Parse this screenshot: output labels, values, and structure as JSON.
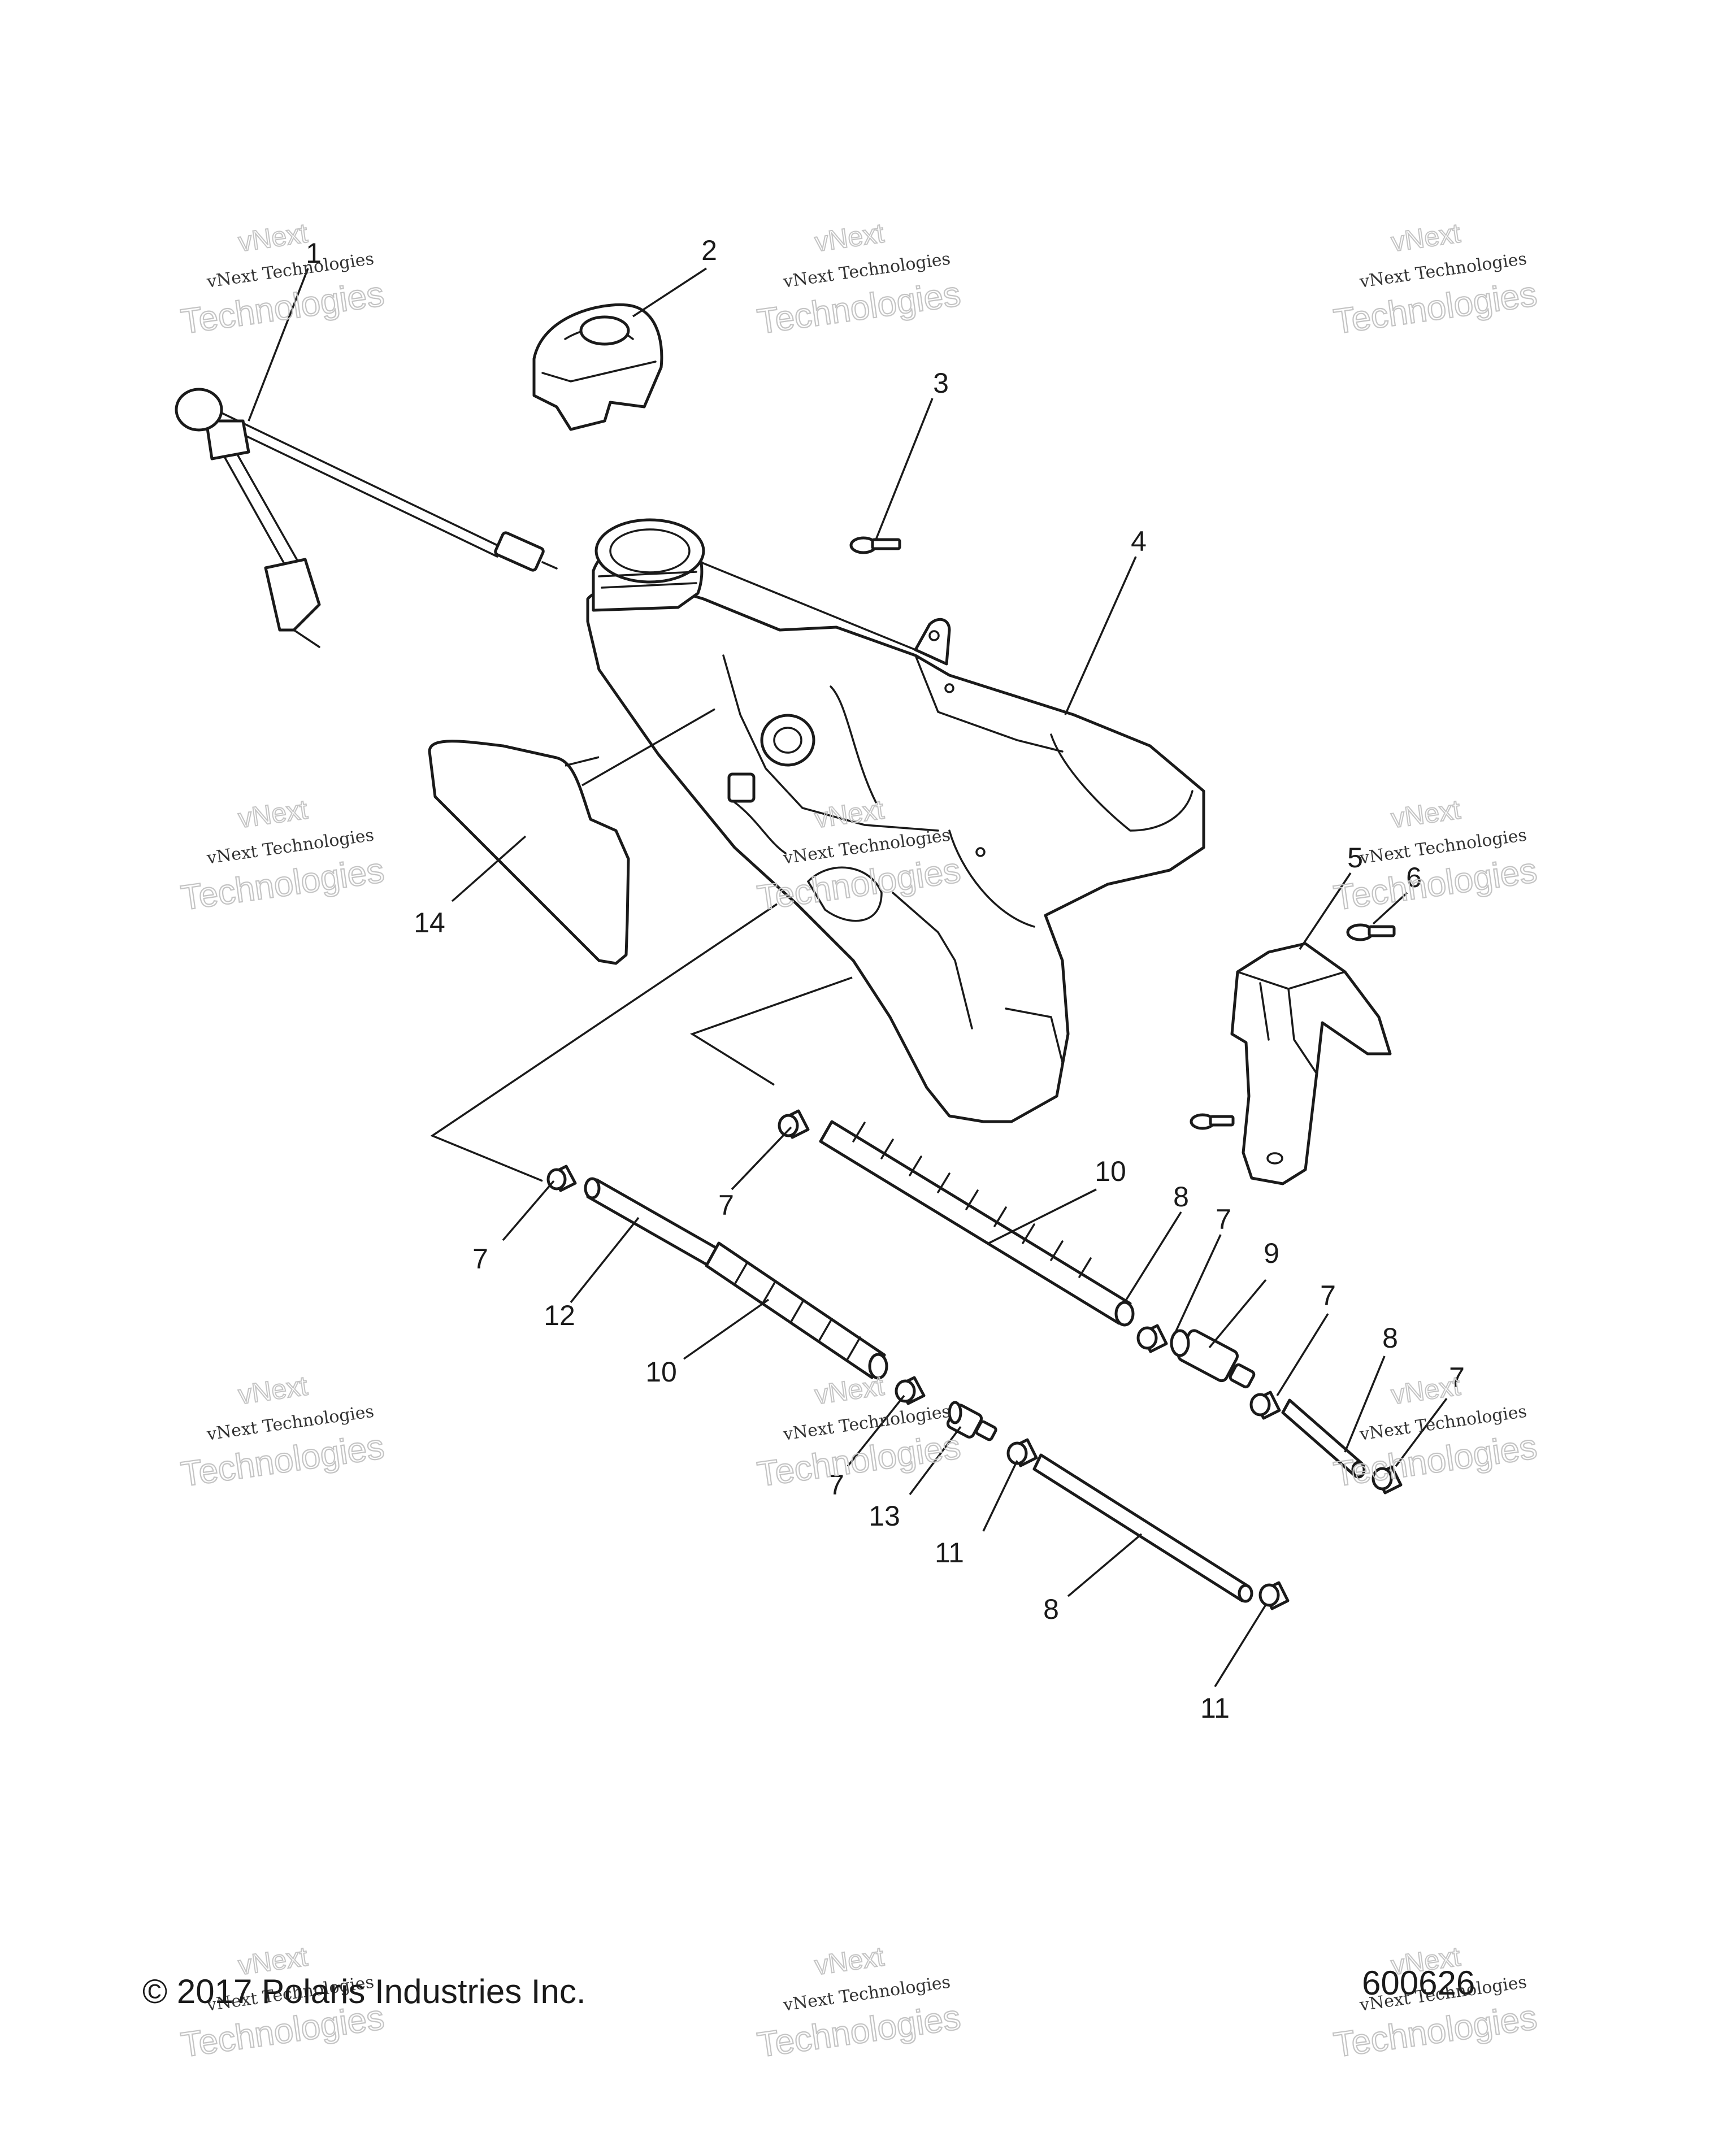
{
  "callouts": {
    "c1": "1",
    "c2": "2",
    "c3": "3",
    "c4": "4",
    "c5": "5",
    "c6": "6",
    "c7a": "7",
    "c7b": "7",
    "c7c": "7",
    "c7d": "7",
    "c7e": "7",
    "c7f": "7",
    "c8a": "8",
    "c8b": "8",
    "c8c": "8",
    "c9": "9",
    "c10a": "10",
    "c10b": "10",
    "c11a": "11",
    "c11b": "11",
    "c12": "12",
    "c13": "13",
    "c14": "14"
  },
  "footer": {
    "copyright": "© 2017 Polaris Industries Inc.",
    "figure_number": "600626"
  },
  "watermark": {
    "line_small": "vNext Technologies",
    "line_big": "Technologies",
    "line_top": "vNext"
  }
}
